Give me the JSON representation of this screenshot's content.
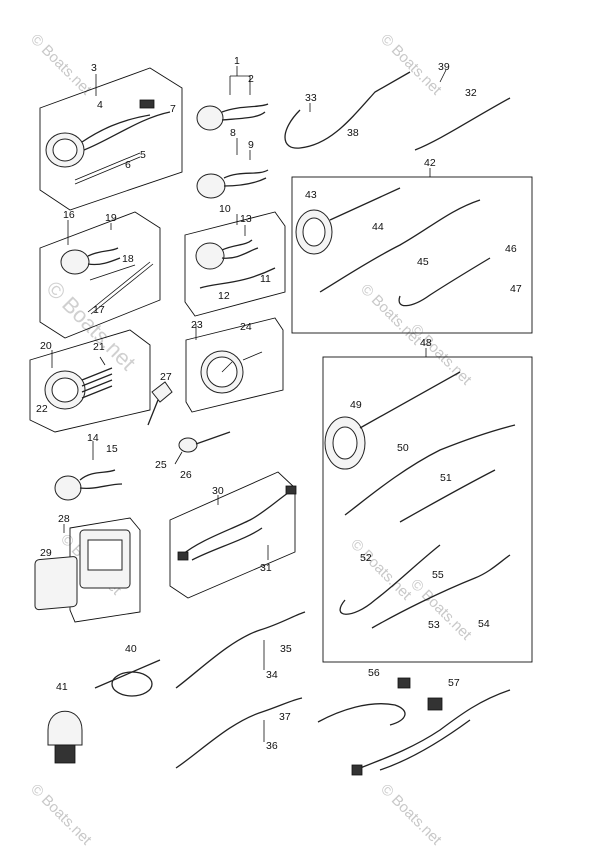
{
  "watermark": {
    "small": "© Boats.net",
    "big": "© Boats.net"
  },
  "callouts": [
    {
      "id": "c1",
      "text": "1"
    },
    {
      "id": "c2",
      "text": "2"
    },
    {
      "id": "c3",
      "text": "3"
    },
    {
      "id": "c4",
      "text": "4"
    },
    {
      "id": "c5",
      "text": "5"
    },
    {
      "id": "c6",
      "text": "6"
    },
    {
      "id": "c7",
      "text": "7"
    },
    {
      "id": "c8",
      "text": "8"
    },
    {
      "id": "c9",
      "text": "9"
    },
    {
      "id": "c10",
      "text": "10"
    },
    {
      "id": "c11",
      "text": "11"
    },
    {
      "id": "c12",
      "text": "12"
    },
    {
      "id": "c13",
      "text": "13"
    },
    {
      "id": "c14",
      "text": "14"
    },
    {
      "id": "c15",
      "text": "15"
    },
    {
      "id": "c16",
      "text": "16"
    },
    {
      "id": "c17",
      "text": "17"
    },
    {
      "id": "c18",
      "text": "18"
    },
    {
      "id": "c19",
      "text": "19"
    },
    {
      "id": "c20",
      "text": "20"
    },
    {
      "id": "c21",
      "text": "21"
    },
    {
      "id": "c22",
      "text": "22"
    },
    {
      "id": "c23",
      "text": "23"
    },
    {
      "id": "c24",
      "text": "24"
    },
    {
      "id": "c25",
      "text": "25"
    },
    {
      "id": "c26",
      "text": "26"
    },
    {
      "id": "c27",
      "text": "27"
    },
    {
      "id": "c28",
      "text": "28"
    },
    {
      "id": "c29",
      "text": "29"
    },
    {
      "id": "c30",
      "text": "30"
    },
    {
      "id": "c31",
      "text": "31"
    },
    {
      "id": "c32",
      "text": "32"
    },
    {
      "id": "c33",
      "text": "33"
    },
    {
      "id": "c34",
      "text": "34"
    },
    {
      "id": "c35",
      "text": "35"
    },
    {
      "id": "c36",
      "text": "36"
    },
    {
      "id": "c37",
      "text": "37"
    },
    {
      "id": "c38",
      "text": "38"
    },
    {
      "id": "c39",
      "text": "39"
    },
    {
      "id": "c40",
      "text": "40"
    },
    {
      "id": "c41",
      "text": "41"
    },
    {
      "id": "c42",
      "text": "42"
    },
    {
      "id": "c43",
      "text": "43"
    },
    {
      "id": "c44",
      "text": "44"
    },
    {
      "id": "c45",
      "text": "45"
    },
    {
      "id": "c46",
      "text": "46"
    },
    {
      "id": "c47",
      "text": "47"
    },
    {
      "id": "c48",
      "text": "48"
    },
    {
      "id": "c49",
      "text": "49"
    },
    {
      "id": "c50",
      "text": "50"
    },
    {
      "id": "c51",
      "text": "51"
    },
    {
      "id": "c52",
      "text": "52"
    },
    {
      "id": "c53",
      "text": "53"
    },
    {
      "id": "c54",
      "text": "54"
    },
    {
      "id": "c55",
      "text": "55"
    },
    {
      "id": "c56",
      "text": "56"
    },
    {
      "id": "c57",
      "text": "57"
    }
  ]
}
